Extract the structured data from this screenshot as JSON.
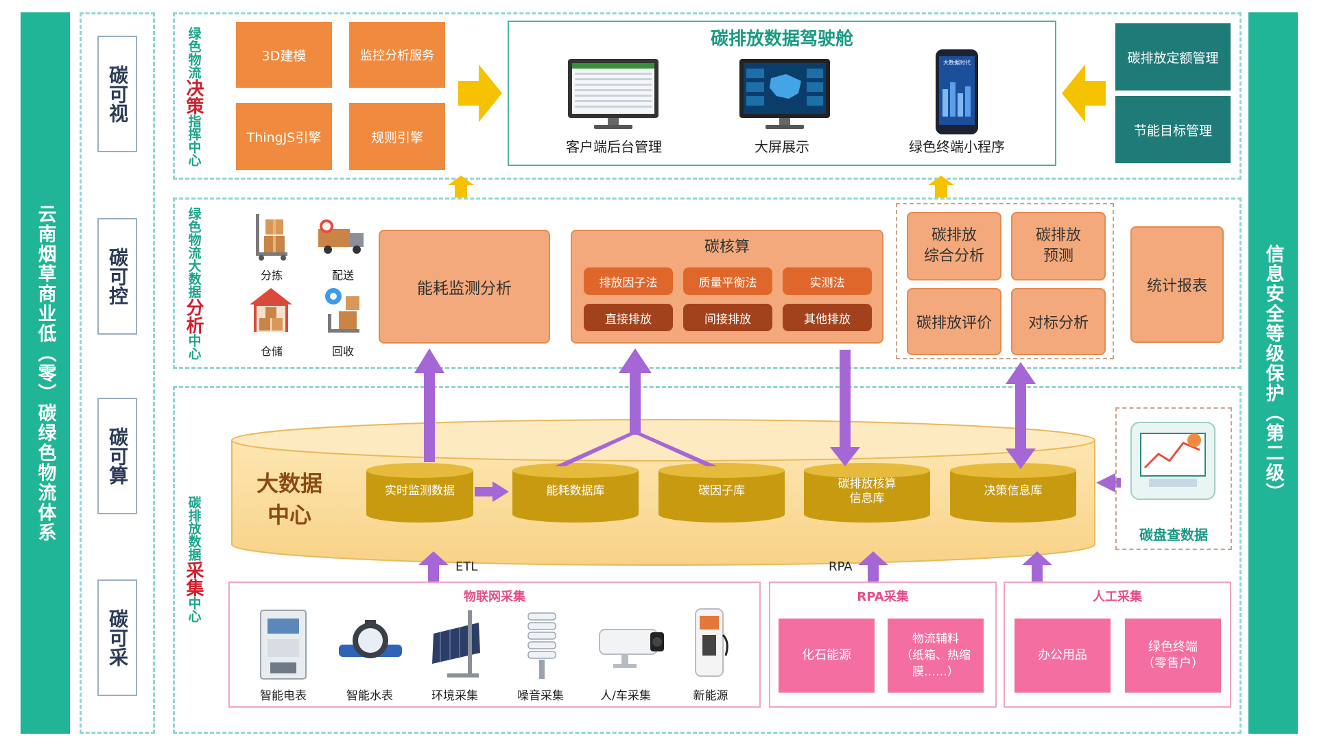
{
  "left_bar": {
    "title": "云南烟草商业低（零）碳绿色物流体系"
  },
  "right_bar": {
    "title": "信息安全等级保护（第二级）"
  },
  "layers": [
    {
      "label": "碳可视"
    },
    {
      "label": "碳可控"
    },
    {
      "label": "碳可算"
    },
    {
      "label": "碳可采"
    }
  ],
  "centers": {
    "decision": {
      "pre": "绿色物流",
      "hl": "决策",
      "post": "指挥中心"
    },
    "analysis": {
      "pre": "绿色物流大数据",
      "hl": "分析",
      "post": "中心"
    },
    "collection": {
      "pre": "碳排放数据",
      "hl": "采集",
      "post": "中心"
    }
  },
  "decision": {
    "tiles": [
      "3D建模",
      "监控分析服务",
      "ThingJS引擎",
      "规则引擎"
    ],
    "cockpit_title": "碳排放数据驾驶舱",
    "cockpit_items": [
      "客户端后台管理",
      "大屏展示",
      "绿色终端小程序"
    ],
    "phone_banner": "大数据时代",
    "right_tiles": [
      "碳排放定额管理",
      "节能目标管理"
    ]
  },
  "analysis": {
    "logistics": [
      "分拣",
      "配送",
      "仓储",
      "回收"
    ],
    "energy": "能耗监测分析",
    "carbon_calc": {
      "title": "碳核算",
      "methods": [
        "排放因子法",
        "质量平衡法",
        "实测法"
      ],
      "types": [
        "直接排放",
        "间接排放",
        "其他排放"
      ]
    },
    "group": [
      "碳排放\n综合分析",
      "碳排放\n预测",
      "碳排放评价",
      "对标分析"
    ],
    "report": "统计报表"
  },
  "bigdata": {
    "title": "大数据\n中心",
    "dbs": [
      "实时监测数据",
      "能耗数据库",
      "碳因子库",
      "碳排放核算\n信息库",
      "决策信息库"
    ],
    "inventory": "碳盘查数据"
  },
  "collection": {
    "etl": "ETL",
    "rpa": "RPA",
    "iot": {
      "title": "物联网采集",
      "devices": [
        "智能电表",
        "智能水表",
        "环境采集",
        "噪音采集",
        "人/车采集",
        "新能源"
      ]
    },
    "rpa_group": {
      "title": "RPA采集",
      "tiles": [
        "化石能源",
        "物流辅料\n（纸箱、热缩\n膜……）"
      ]
    },
    "manual": {
      "title": "人工采集",
      "tiles": [
        "办公用品",
        "绿色终端\n（零售户）"
      ]
    }
  },
  "colors": {
    "green": "#1fb596",
    "orange": "#f08a3e",
    "teal": "#1e7b78",
    "purple": "#a566d6",
    "gold": "#c89a10",
    "pink": "#f46ea0"
  }
}
